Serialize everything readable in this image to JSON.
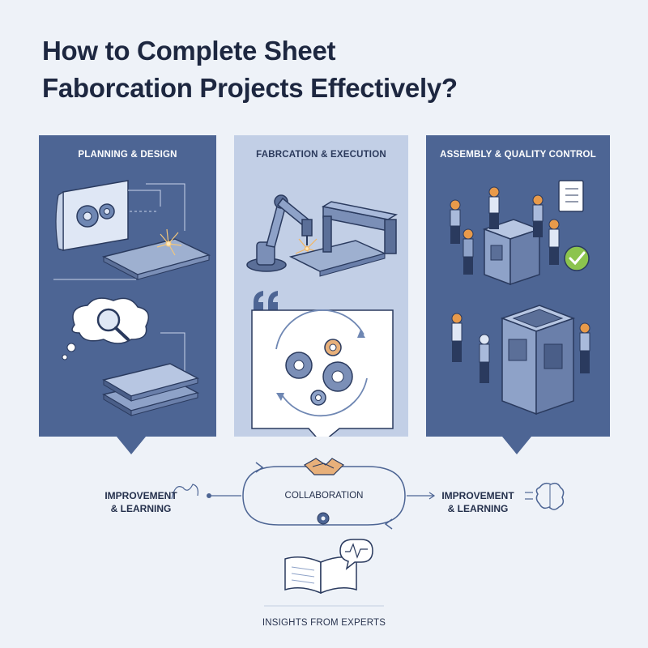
{
  "title": {
    "line1": "How to Complete Sheet",
    "line2": "Faborcation Projects Effectively?"
  },
  "panels": [
    {
      "label": "PLANNING & DESIGN"
    },
    {
      "label": "FABRCATION & EXECUTION"
    },
    {
      "label": "ASSEMBLY & QUALITY CONTROL"
    }
  ],
  "flow": {
    "left_label_line1": "IMPROVEMENT",
    "left_label_line2": "& LEARNING",
    "center_label": "COLLABORATION",
    "right_label_line1": "IMPROVEMENT",
    "right_label_line2": "& LEARNING"
  },
  "footer": {
    "label": "INSIGHTS FROM EXPERTS"
  },
  "colors": {
    "background": "#eef2f8",
    "panel_dark": "#4d6594",
    "panel_light": "#c2cfe6",
    "accent_orange": "#e89a4a",
    "check_green": "#8cc44e"
  },
  "icons": [
    "gear-icon",
    "magnifier-icon",
    "robot-arm-icon",
    "quote-icon",
    "handshake-icon",
    "brain-icon",
    "book-icon",
    "checklist-icon",
    "checkmark-icon"
  ]
}
